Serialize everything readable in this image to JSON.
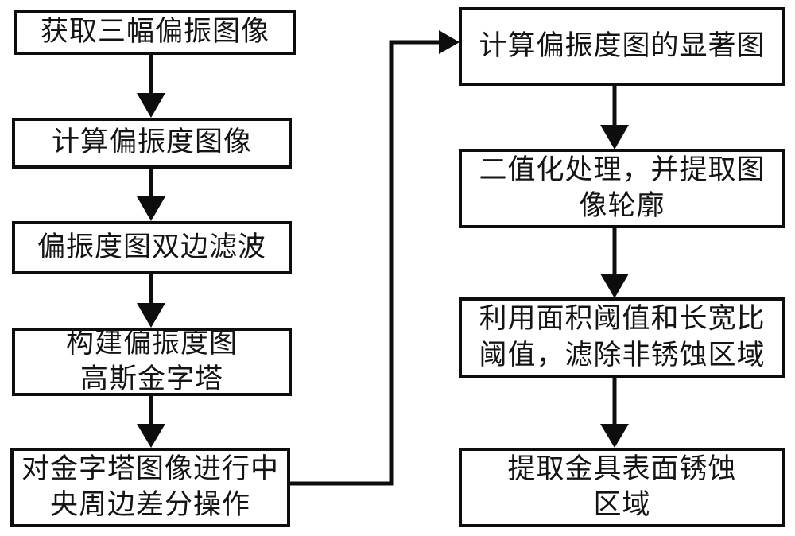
{
  "figure": {
    "type": "flowchart",
    "background_color": "#ffffff",
    "line_color": "#0d0d0d",
    "text_color": "#141414"
  },
  "boxes": {
    "left": [
      {
        "text": "获取三幅偏振图像"
      },
      {
        "text": "计算偏振度图像"
      },
      {
        "text": "偏振度图双边滤波"
      },
      {
        "text": "构建偏振度图\n高斯金字塔"
      },
      {
        "text": "对金字塔图像进行中\n央周边差分操作"
      }
    ],
    "right": [
      {
        "text": "计算偏振度图的显著图"
      },
      {
        "text": "二值化处理，并提取图\n像轮廓"
      },
      {
        "text": "利用面积阈值和长宽比\n阈值，滤除非锈蚀区域"
      },
      {
        "text": "提取金具表面锈蚀\n区域"
      }
    ]
  }
}
